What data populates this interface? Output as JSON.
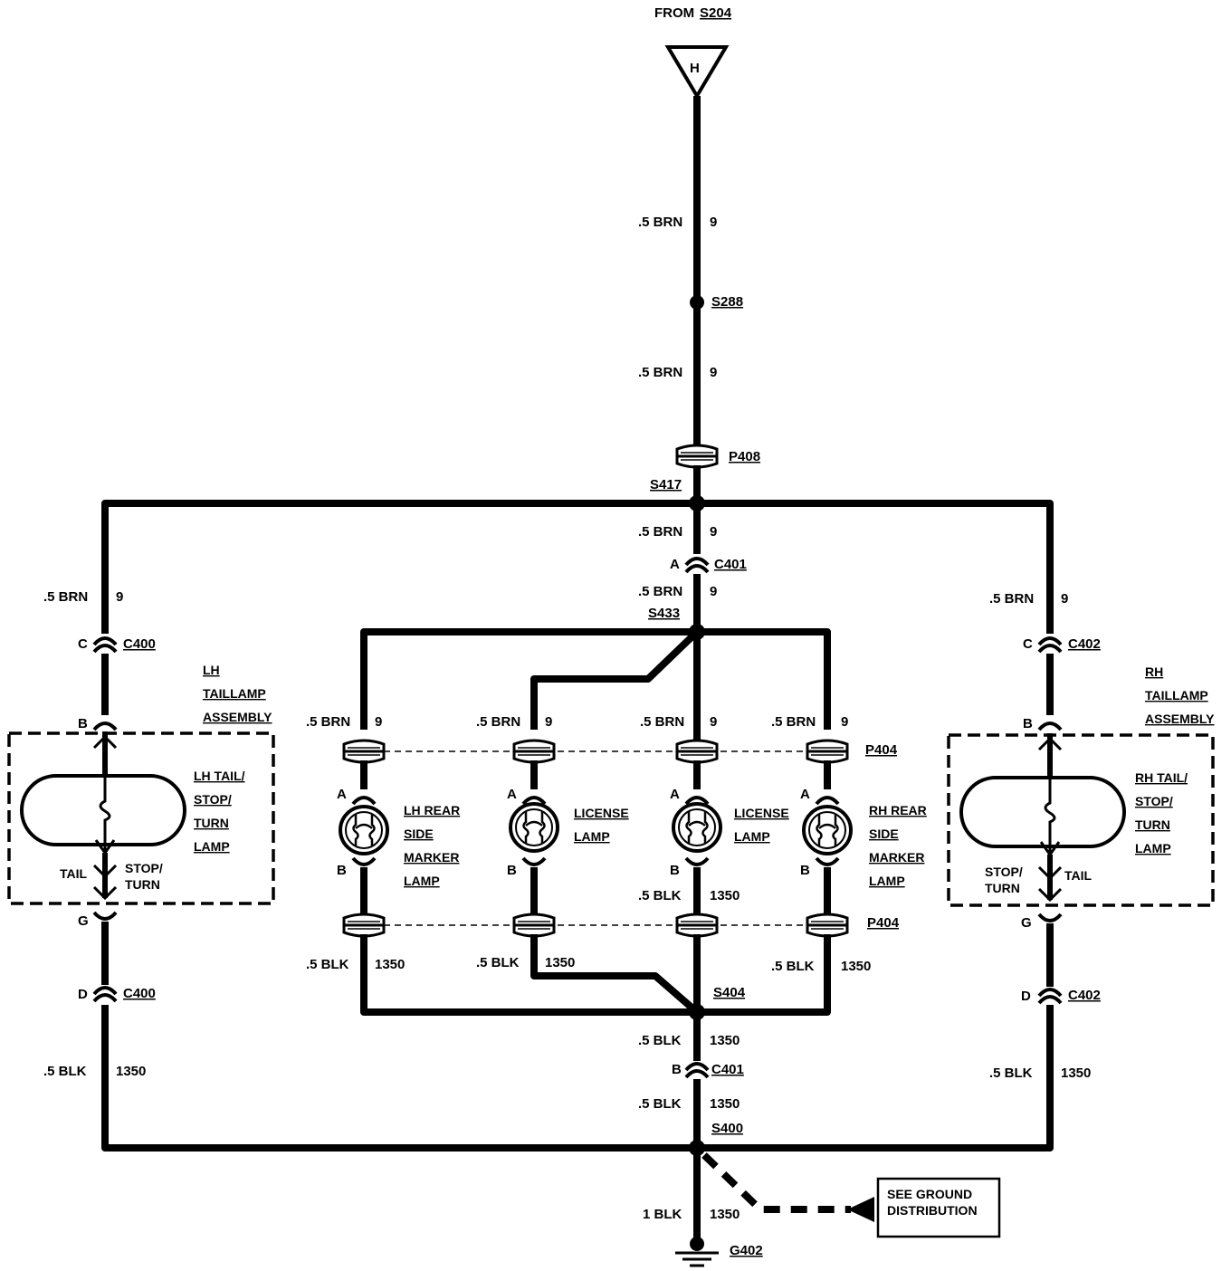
{
  "source": {
    "from_label": "FROM",
    "from_ref": "S204",
    "flag": "H"
  },
  "wires": {
    "brn": ".5 BRN",
    "blk": ".5 BLK",
    "brn_ckt": "9",
    "blk_ckt": "1350",
    "ground_wire": "1 BLK"
  },
  "splices": {
    "s288": "S288",
    "s417": "S417",
    "s433": "S433",
    "s404": "S404",
    "s400": "S400"
  },
  "connectors": {
    "p408": "P408",
    "p404": "P404",
    "c401": "C401",
    "c400": "C400",
    "c402": "C402"
  },
  "pins": {
    "a": "A",
    "b": "B",
    "c": "C",
    "d": "D",
    "g": "G"
  },
  "lh_assembly": {
    "title": [
      "LH",
      "TAILLAMP",
      "ASSEMBLY"
    ],
    "lamp": [
      "LH TAIL/",
      "STOP/",
      "TURN",
      "LAMP"
    ],
    "tail": "TAIL",
    "stop_turn": [
      "STOP/",
      "TURN"
    ]
  },
  "rh_assembly": {
    "title": [
      "RH",
      "TAILLAMP",
      "ASSEMBLY"
    ],
    "lamp": [
      "RH TAIL/",
      "STOP/",
      "TURN",
      "LAMP"
    ],
    "tail": "TAIL",
    "stop_turn": [
      "STOP/",
      "TURN"
    ]
  },
  "lamps": {
    "lh_marker": [
      "LH REAR",
      "SIDE",
      "MARKER",
      "LAMP"
    ],
    "license_1": [
      "LICENSE",
      "LAMP"
    ],
    "license_2": [
      "LICENSE",
      "LAMP"
    ],
    "rh_marker": [
      "RH REAR",
      "SIDE",
      "MARKER",
      "LAMP"
    ]
  },
  "ground": {
    "ref": "G402",
    "note": [
      "SEE GROUND",
      "DISTRIBUTION"
    ]
  }
}
